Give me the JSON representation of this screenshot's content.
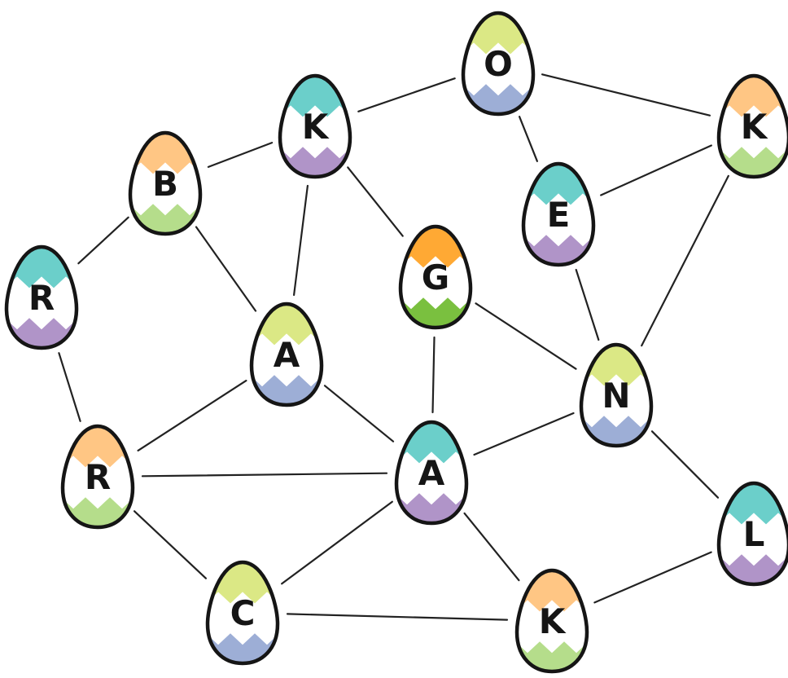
{
  "colors": {
    "teal": "#6bcfca",
    "orange": "#ffc684",
    "bright_orange": "#ffa934",
    "lime": "#dbe885",
    "purple": "#b094c8",
    "green": "#b5dd8b",
    "bright_green": "#7ac03f",
    "blue": "#9daed6",
    "outline": "#151515",
    "line": "#222222"
  },
  "eggs": [
    {
      "id": "O",
      "letter": "O",
      "top": "lime",
      "bottom": "blue"
    },
    {
      "id": "K1",
      "letter": "K",
      "top": "teal",
      "bottom": "purple"
    },
    {
      "id": "K2",
      "letter": "K",
      "top": "orange",
      "bottom": "green"
    },
    {
      "id": "B",
      "letter": "B",
      "top": "orange",
      "bottom": "green"
    },
    {
      "id": "E",
      "letter": "E",
      "top": "teal",
      "bottom": "purple"
    },
    {
      "id": "R1",
      "letter": "R",
      "top": "teal",
      "bottom": "purple"
    },
    {
      "id": "G",
      "letter": "G",
      "top": "bright_orange",
      "bottom": "bright_green"
    },
    {
      "id": "A1",
      "letter": "A",
      "top": "lime",
      "bottom": "blue"
    },
    {
      "id": "N",
      "letter": "N",
      "top": "lime",
      "bottom": "blue"
    },
    {
      "id": "R2",
      "letter": "R",
      "top": "orange",
      "bottom": "green"
    },
    {
      "id": "A2",
      "letter": "A",
      "top": "teal",
      "bottom": "purple"
    },
    {
      "id": "L",
      "letter": "L",
      "top": "teal",
      "bottom": "purple"
    },
    {
      "id": "C",
      "letter": "C",
      "top": "lime",
      "bottom": "blue"
    },
    {
      "id": "K3",
      "letter": "K",
      "top": "orange",
      "bottom": "green"
    }
  ],
  "edges": [
    [
      "O",
      "K1"
    ],
    [
      "O",
      "K2"
    ],
    [
      "O",
      "E"
    ],
    [
      "K1",
      "B"
    ],
    [
      "K1",
      "A1"
    ],
    [
      "K1",
      "G"
    ],
    [
      "B",
      "R1"
    ],
    [
      "B",
      "A1"
    ],
    [
      "E",
      "K2"
    ],
    [
      "E",
      "N"
    ],
    [
      "K2",
      "N"
    ],
    [
      "R1",
      "R2"
    ],
    [
      "G",
      "A2"
    ],
    [
      "G",
      "N"
    ],
    [
      "A1",
      "R2"
    ],
    [
      "A1",
      "A2"
    ],
    [
      "R2",
      "A2"
    ],
    [
      "R2",
      "C"
    ],
    [
      "A2",
      "N"
    ],
    [
      "A2",
      "C"
    ],
    [
      "A2",
      "K3"
    ],
    [
      "N",
      "L"
    ],
    [
      "L",
      "K3"
    ],
    [
      "C",
      "K3"
    ]
  ]
}
